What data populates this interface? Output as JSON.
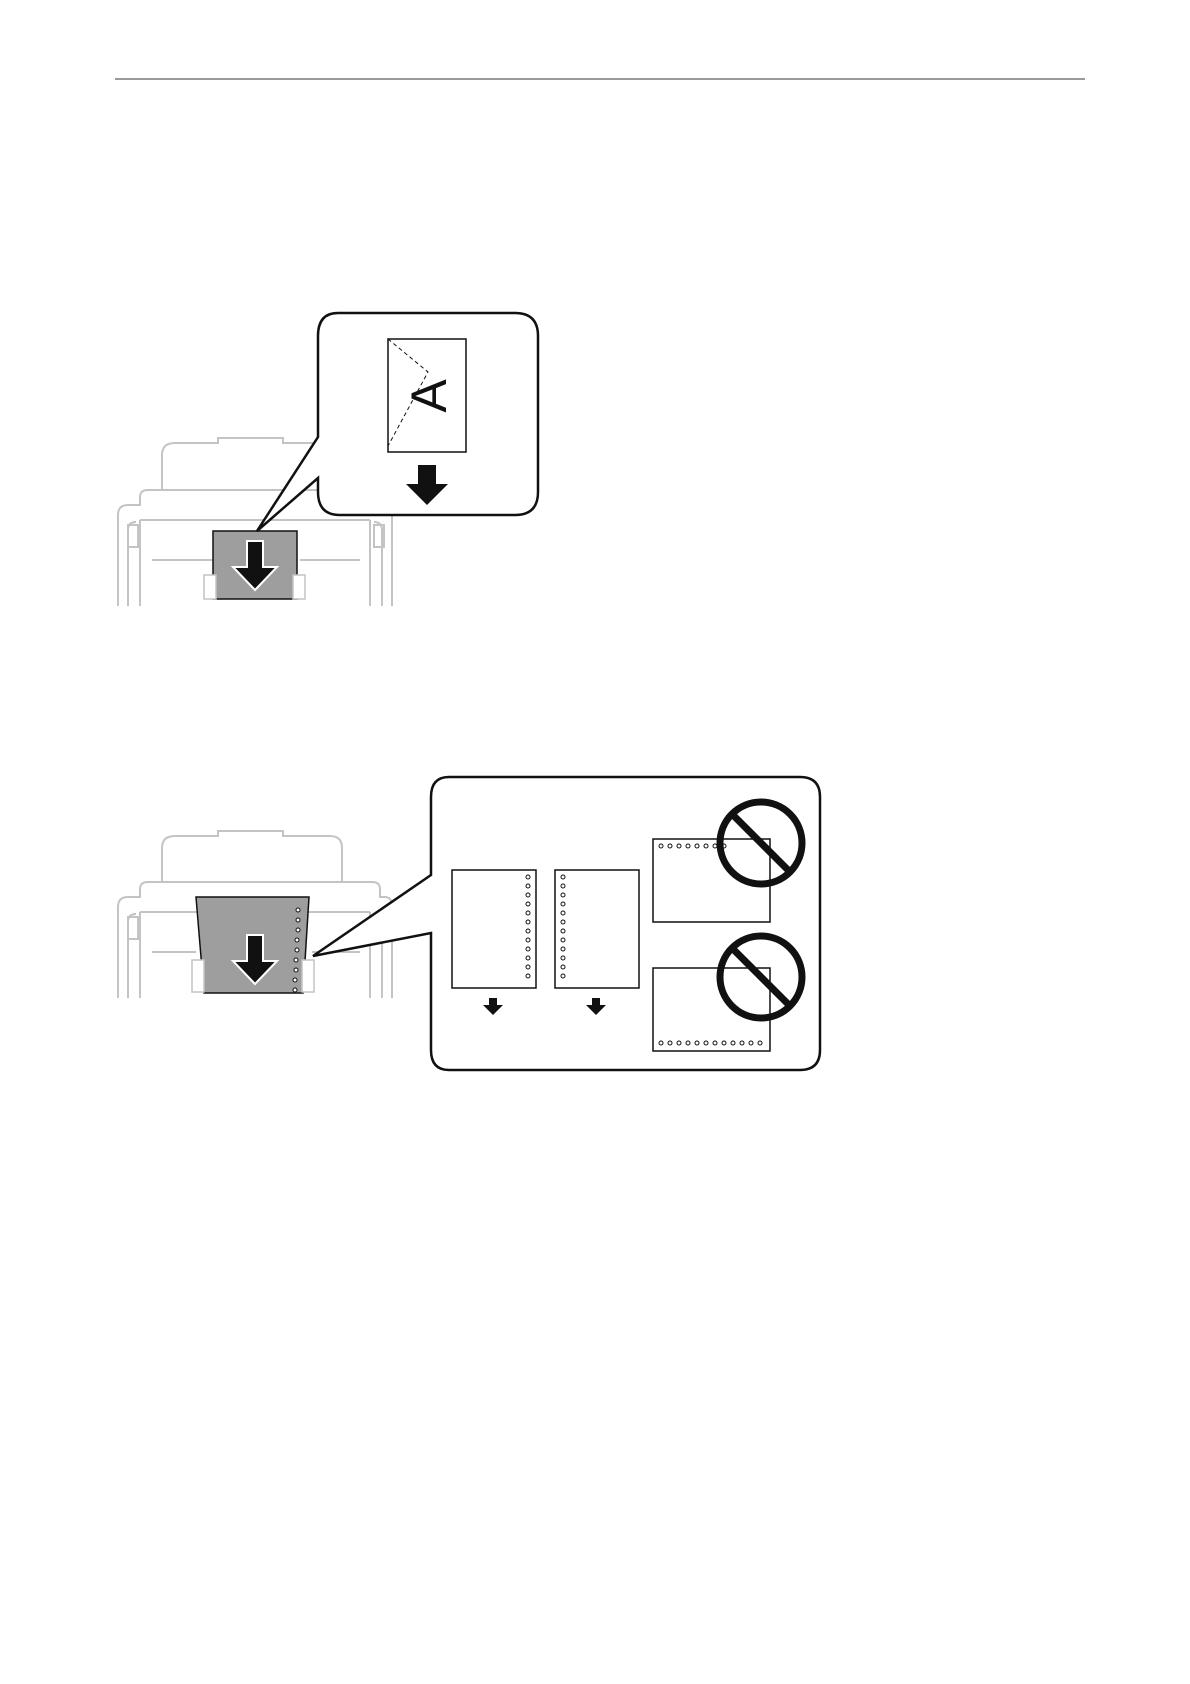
{
  "page": {
    "background": "#ffffff",
    "rule_color": "#9a9a9a"
  },
  "figure_1": {
    "callout_letter": "A",
    "shown_items": [
      "printer-rear-feeder",
      "envelope",
      "feed-direction-arrow"
    ]
  },
  "figure_2": {
    "shown_items": [
      "printer-rear-feeder",
      "prepunched-paper-holes-right",
      "prepunched-paper-holes-left",
      "prohibited-holes-top",
      "prohibited-holes-bottom"
    ],
    "colors": {
      "paper_fill": "#9e9e9e",
      "line": "#111111",
      "printer_line": "#c4c4c4"
    }
  }
}
